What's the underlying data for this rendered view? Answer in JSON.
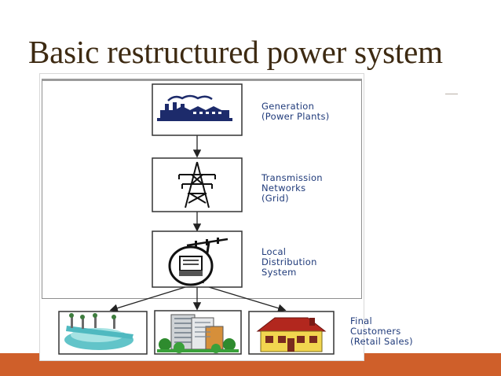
{
  "slide": {
    "title": "Basic restructured power system"
  },
  "diagram": {
    "stages": [
      {
        "id": "generation",
        "label": "Generation\n(Power Plants)",
        "icon": "factory-icon"
      },
      {
        "id": "transmission",
        "label": "Transmission\nNetworks\n(Grid)",
        "icon": "transmission-tower-icon"
      },
      {
        "id": "distribution",
        "label": "Local\nDistribution\nSystem",
        "icon": "utility-pole-meter-icon"
      },
      {
        "id": "customers",
        "label": "Final\nCustomers\n(Retail Sales)",
        "icons": [
          "industrial-plant-icon",
          "office-building-icon",
          "house-icon"
        ]
      }
    ],
    "colors": {
      "label_text": "#1f3a7a",
      "icon_navy": "#1d2b6b",
      "arrow": "#222222",
      "title_text": "#3d2a12",
      "bottom_band": "#cf5f2a"
    }
  }
}
